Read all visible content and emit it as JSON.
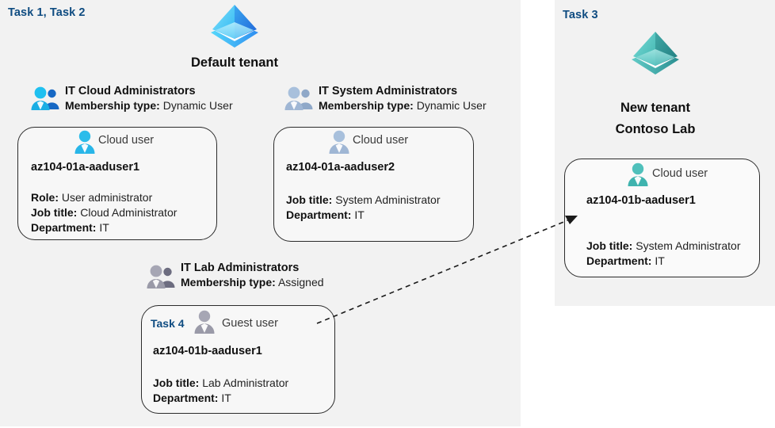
{
  "panels": {
    "left": {
      "task_label": "Task 1, Task 2"
    },
    "right": {
      "task_label": "Task 3"
    }
  },
  "tenants": [
    {
      "id": "default-tenant",
      "label": "Default tenant",
      "icon": "azure-ad-tenant-icon",
      "color": "#3aa6f0"
    },
    {
      "id": "new-tenant",
      "label_line1": "New  tenant",
      "label_line2": "Contoso Lab",
      "icon": "azure-ad-tenant-icon",
      "color": "#3fb3ae"
    }
  ],
  "groups": [
    {
      "id": "it-cloud-administrators",
      "title": "IT Cloud Administrators",
      "meta_label": "Membership type:",
      "meta_value": "Dynamic User",
      "icon": "group-users-icon",
      "icon_color": "#17a9e0"
    },
    {
      "id": "it-system-administrators",
      "title": "IT System Administrators",
      "meta_label": "Membership type:",
      "meta_value": "Dynamic User",
      "icon": "group-users-icon",
      "icon_color": "#9fb6d4"
    },
    {
      "id": "it-lab-administrators",
      "title": "IT Lab Administrators",
      "meta_label": "Membership type:",
      "meta_value": "Assigned",
      "icon": "group-users-icon",
      "icon_color": "#9a9aa8"
    }
  ],
  "users": [
    {
      "id": "az104-01a-aaduser1",
      "task": "",
      "usertype": "Cloud user",
      "icon": "cloud-user-icon",
      "icon_color": "#29b6e8",
      "name": "az104-01a-aaduser1",
      "attrs": [
        {
          "label": "Role:",
          "value": "User administrator"
        },
        {
          "label": "Job title:",
          "value": "Cloud Administrator"
        },
        {
          "label": "Department:",
          "value": "IT"
        }
      ]
    },
    {
      "id": "az104-01a-aaduser2",
      "task": "",
      "usertype": "Cloud user",
      "icon": "cloud-user-icon",
      "icon_color": "#9fb6d4",
      "name": "az104-01a-aaduser2",
      "attrs": [
        {
          "label": "Job title:",
          "value": "System Administrator"
        },
        {
          "label": "Department:",
          "value": "IT"
        }
      ]
    },
    {
      "id": "az104-01b-aaduser1-guest",
      "task": "Task 4",
      "usertype": "Guest user",
      "icon": "guest-user-icon",
      "icon_color": "#9a9aa8",
      "name": "az104-01b-aaduser1",
      "attrs": [
        {
          "label": "Job title:",
          "value": "Lab Administrator"
        },
        {
          "label": "Department:",
          "value": "IT"
        }
      ]
    },
    {
      "id": "az104-01b-aaduser1-cloud",
      "task": "",
      "usertype": "Cloud user",
      "icon": "cloud-user-icon",
      "icon_color": "#3fb3ae",
      "name": "az104-01b-aaduser1",
      "attrs": [
        {
          "label": "Job title:",
          "value": "System Administrator"
        },
        {
          "label": "Department:",
          "value": "IT"
        }
      ]
    }
  ],
  "connector": {
    "id": "guest-to-cloud-user-arrow",
    "style": "dashed",
    "color": "#1a1a1a"
  }
}
